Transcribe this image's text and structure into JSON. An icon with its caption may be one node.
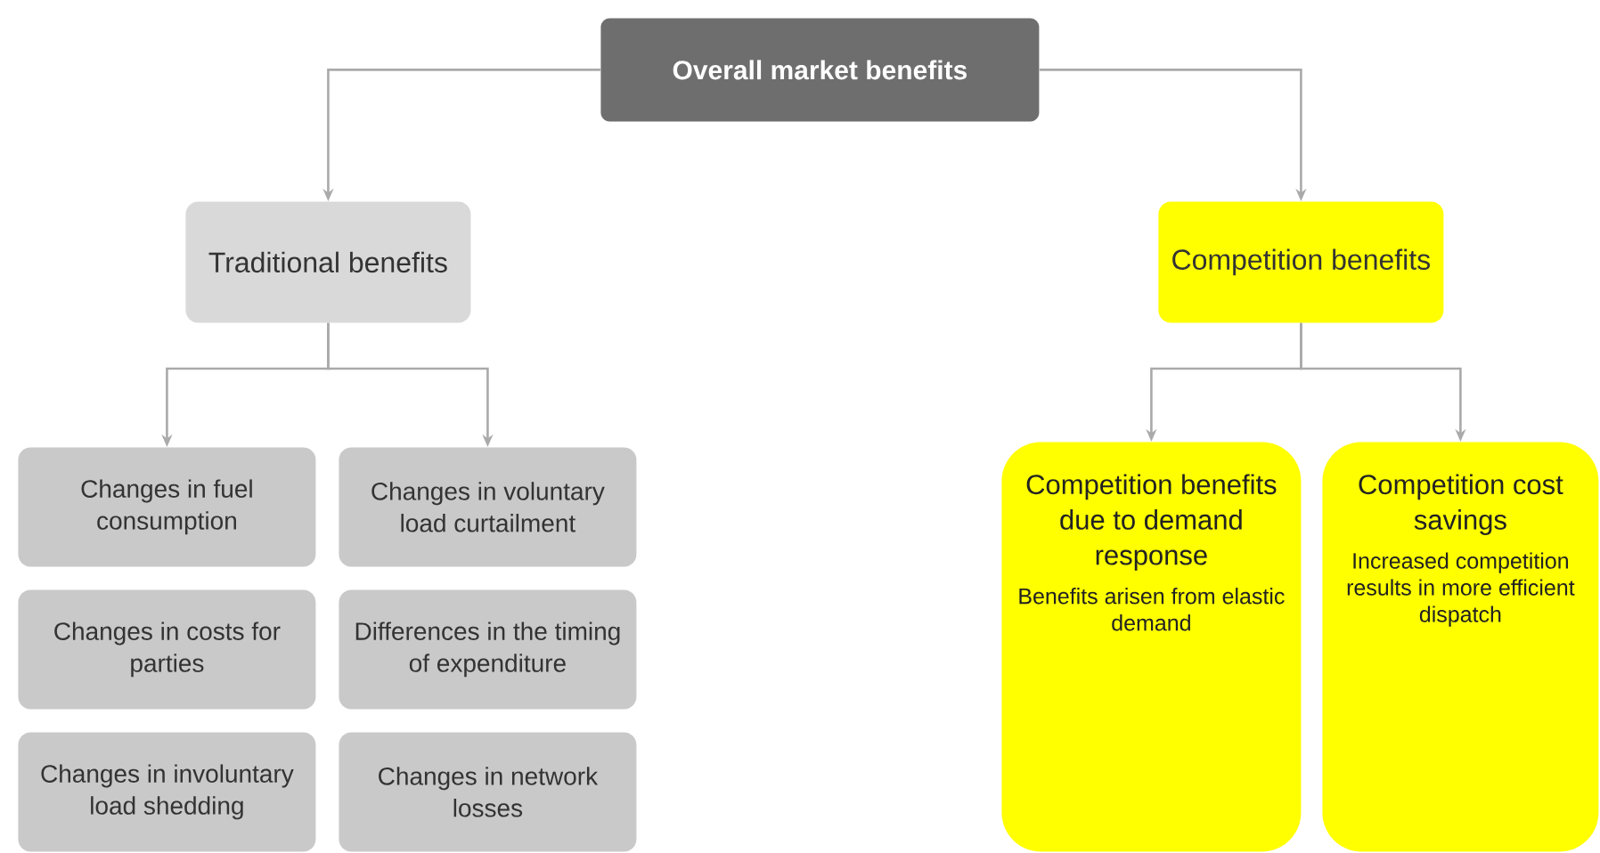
{
  "diagram": {
    "nodes": [
      {
        "text": [
          "Overall market benefits"
        ]
      },
      {
        "text": [
          "Traditional benefits"
        ]
      },
      {
        "text": [
          "Competition benefits"
        ]
      },
      {
        "text": [
          "Changes in fuel consumption"
        ]
      },
      {
        "text": [
          "Changes in voluntary load curtailment"
        ]
      },
      {
        "text": [
          "Changes in costs for parties"
        ]
      },
      {
        "text": [
          "Differences in the timing of expenditure"
        ]
      },
      {
        "text": [
          "Changes in involuntary load shedding"
        ]
      },
      {
        "text": [
          "Changes in network losses"
        ]
      },
      {
        "text": [
          "Competition benefits due to demand response",
          "Benefits arisen from elastic demand"
        ]
      },
      {
        "text": [
          "Competition cost savings",
          "Increased competition results in more efficient dispatch"
        ]
      }
    ],
    "edges": [
      {
        "from": 0,
        "to": 1,
        "arrow": "to"
      },
      {
        "from": 0,
        "to": 2,
        "arrow": "to"
      },
      {
        "from": 1,
        "to": 3,
        "arrow": "to"
      },
      {
        "from": 1,
        "to": 4,
        "arrow": "to"
      },
      {
        "from": 2,
        "to": 9,
        "arrow": "to"
      },
      {
        "from": 2,
        "to": 10,
        "arrow": "to"
      }
    ]
  }
}
